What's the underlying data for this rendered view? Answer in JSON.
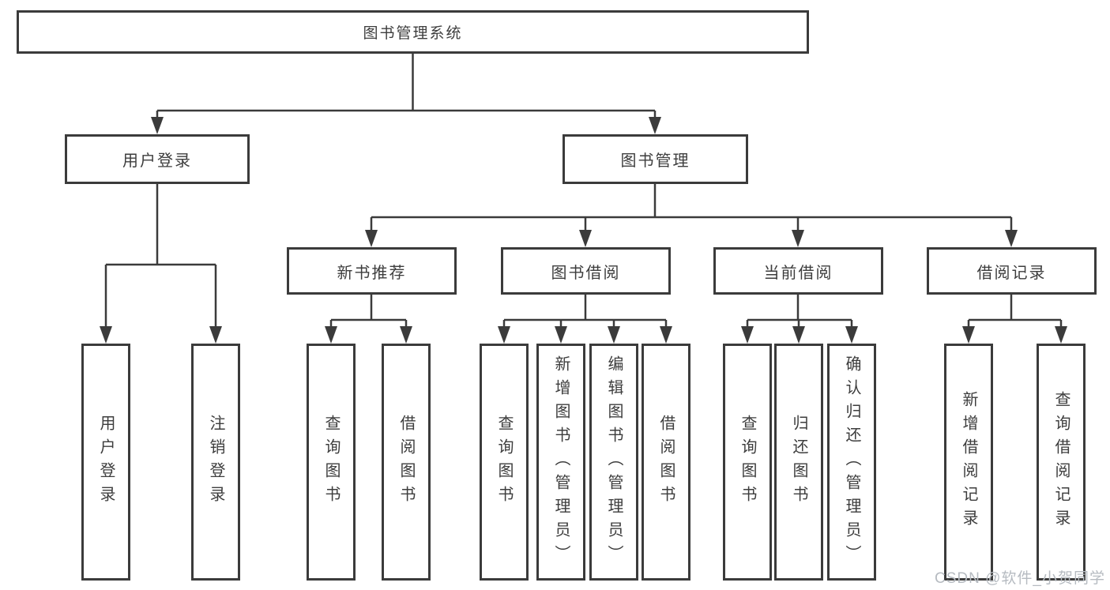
{
  "title_node": "图书管理系统",
  "branches": {
    "user_login": {
      "label": "用户登录",
      "children": [
        "用户登录",
        "注销登录"
      ]
    },
    "book_mgmt": {
      "label": "图书管理",
      "sections": {
        "new_books": {
          "label": "新书推荐",
          "children": [
            "查询图书",
            "借阅图书"
          ]
        },
        "book_borrow": {
          "label": "图书借阅",
          "children": [
            "查询图书",
            "新增图书（管理员）",
            "编辑图书（管理员）",
            "借阅图书"
          ]
        },
        "current_borrow": {
          "label": "当前借阅",
          "children": [
            "查询图书",
            "归还图书",
            "确认归还（管理员）"
          ]
        },
        "borrow_records": {
          "label": "借阅记录",
          "children": [
            "新增借阅记录",
            "查询借阅记录"
          ]
        }
      }
    }
  },
  "watermark": "CSDN @软件_小贺同学",
  "colors": {
    "line": "#3b3b3b",
    "box_border": "#3b3b3b",
    "text": "#3d3d3d",
    "watermark": "#b6bbc1",
    "background": "#ffffff"
  }
}
